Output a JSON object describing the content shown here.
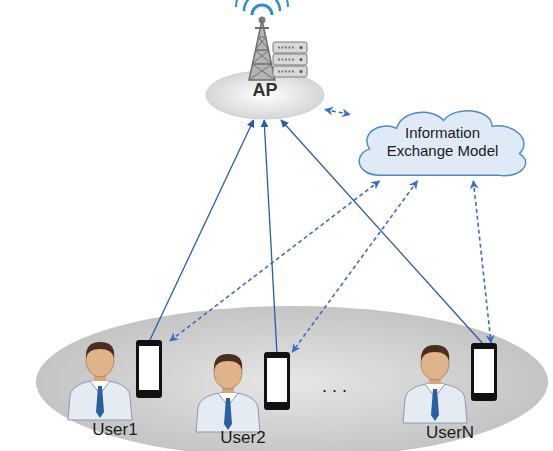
{
  "diagram": {
    "nodes": [
      {
        "text": [
          "AP"
        ]
      },
      {
        "text": [
          "Information Exchange Model"
        ]
      },
      {
        "text": [
          "User1"
        ]
      },
      {
        "text": [
          "User2"
        ]
      },
      {
        "text": [
          "UserN"
        ]
      }
    ],
    "edges": [
      {
        "from": 2,
        "to": 0,
        "arrow": "to"
      },
      {
        "from": 3,
        "to": 0,
        "arrow": "to"
      },
      {
        "from": 4,
        "to": 0,
        "arrow": "to"
      },
      {
        "from": 0,
        "to": 1,
        "arrow": "both"
      },
      {
        "from": 1,
        "to": 2,
        "arrow": "both"
      },
      {
        "from": 1,
        "to": 3,
        "arrow": "both"
      },
      {
        "from": 1,
        "to": 4,
        "arrow": "both"
      }
    ],
    "labels": [
      ". . ."
    ]
  }
}
